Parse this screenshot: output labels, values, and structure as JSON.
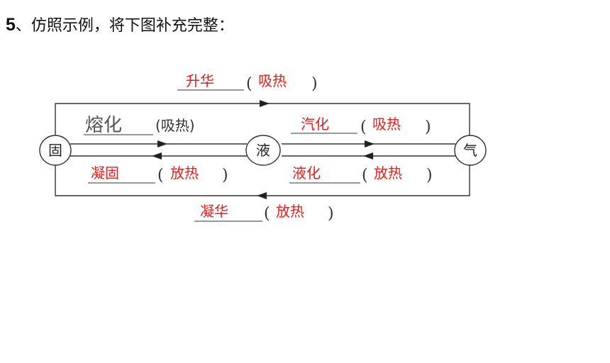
{
  "question": {
    "number": "5",
    "text": "、仿照示例，将下图补充完整："
  },
  "diagram": {
    "states": {
      "solid": "固",
      "liquid": "液",
      "gas": "气"
    },
    "example": {
      "process": "熔化",
      "heat": "(吸热)"
    },
    "answers": {
      "top": {
        "process": "升华",
        "heat": "吸热"
      },
      "liquid_to_gas": {
        "process": "汽化",
        "heat": "吸热"
      },
      "liquid_to_solid": {
        "process": "凝固",
        "heat": "放热"
      },
      "gas_to_liquid": {
        "process": "液化",
        "heat": "放热"
      },
      "bottom": {
        "process": "凝华",
        "heat": "放热"
      }
    },
    "paren_open": "(",
    "paren_close": ")",
    "answer_color": "#e0201a"
  }
}
